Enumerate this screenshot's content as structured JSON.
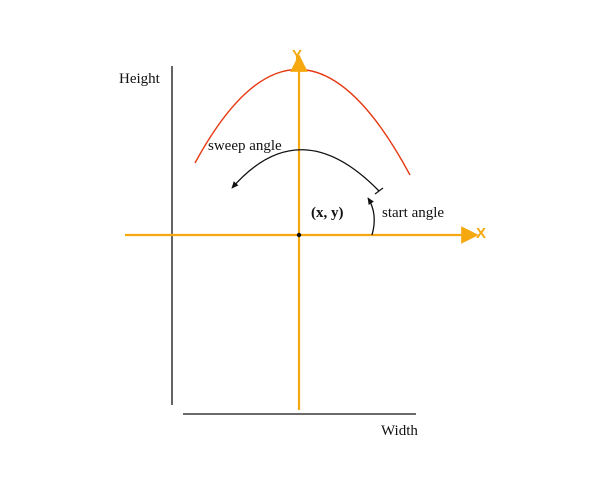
{
  "labels": {
    "height": "Height",
    "width": "Width",
    "y_axis": "Y",
    "x_axis": "X",
    "origin": "(x, y)",
    "sweep_angle": "sweep angle",
    "start_angle": "start angle"
  },
  "colors": {
    "axis": "#f5a80f",
    "arc": "#e53a12",
    "line": "#111111",
    "background": "#ffffff"
  }
}
